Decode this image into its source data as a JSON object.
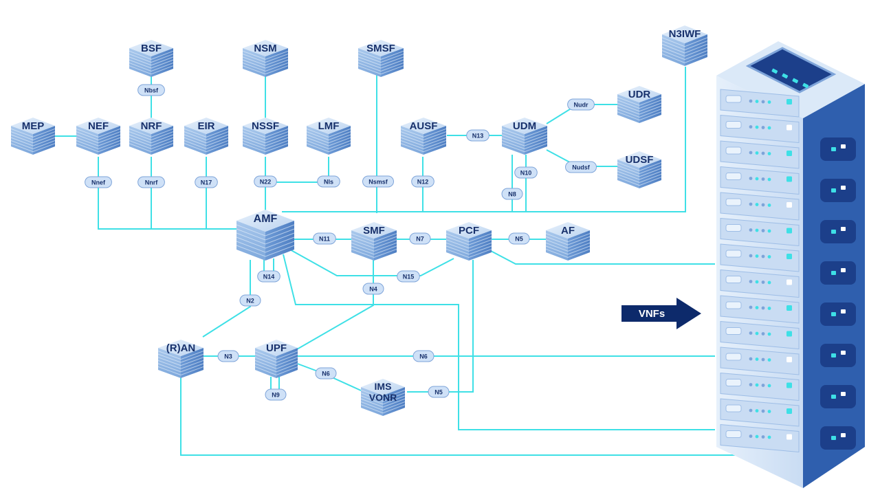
{
  "colors": {
    "link": "#3ee0e6",
    "label": "#17306b",
    "box_top": "#cfe2f6",
    "box_front": "#8fb6e2",
    "box_side": "#5d8ccc",
    "pill_fill": "#cfe1f7",
    "pill_stroke": "#7ea4d9",
    "arrow": "#0d2a6b",
    "server_front": "#dbe9f8",
    "server_side": "#2f5fae",
    "server_slot": "#1c3f8a",
    "led": "#3ee0e6"
  },
  "diagram": {
    "functions": {
      "bsf": "BSF",
      "nsm": "NSM",
      "smsf": "SMSF",
      "n3iwf": "N3IWF",
      "mep": "MEP",
      "nef": "NEF",
      "nrf": "NRF",
      "eir": "EIR",
      "nssf": "NSSF",
      "lmf": "LMF",
      "ausf": "AUSF",
      "udm": "UDM",
      "udr": "UDR",
      "udsf": "UDSF",
      "amf": "AMF",
      "smf": "SMF",
      "pcf": "PCF",
      "af": "AF",
      "ran": "(R)AN",
      "upf": "UPF",
      "ims_line1": "IMS",
      "ims_line2": "VONR"
    },
    "interfaces": {
      "nbsf": "Nbsf",
      "nnef": "Nnef",
      "nnrf": "Nnrf",
      "n17": "N17",
      "n22": "N22",
      "nls": "Nls",
      "nsmsf": "Nsmsf",
      "n12": "N12",
      "n13": "N13",
      "nudr": "Nudr",
      "nudsf": "Nudsf",
      "n10": "N10",
      "n8": "N8",
      "n11": "N11",
      "n7": "N7",
      "n5a": "N5",
      "n14": "N14",
      "n15": "N15",
      "n2": "N2",
      "n4": "N4",
      "n3": "N3",
      "n6a": "N6",
      "n6b": "N6",
      "n9": "N9",
      "n5b": "N5"
    },
    "vnfs_label": "VNFs"
  }
}
